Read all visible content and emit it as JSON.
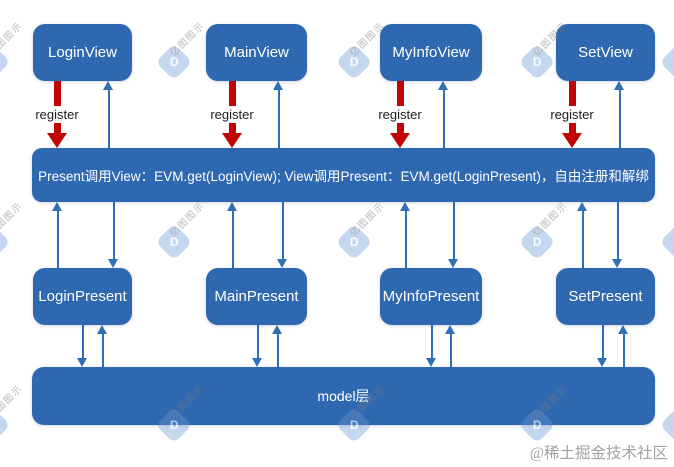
{
  "diagram": {
    "views": [
      {
        "label": "LoginView"
      },
      {
        "label": "MainView"
      },
      {
        "label": "MyInfoView"
      },
      {
        "label": "SetView"
      }
    ],
    "register_label": "register",
    "evm_bar": {
      "text": "Present调用View：EVM.get(LoginView); View调用Present：EVM.get(LoginPresent)，自由注册和解绑"
    },
    "presents": [
      {
        "label": "LoginPresent"
      },
      {
        "label": "MainPresent"
      },
      {
        "label": "MyInfoPresent"
      },
      {
        "label": "SetPresent"
      }
    ],
    "model_bar": {
      "text": "model层"
    }
  },
  "watermark": {
    "text": "亿图图示",
    "logo_letter": "D"
  },
  "credit": {
    "text": "@稀土掘金技术社区"
  },
  "colors": {
    "box_blue": "#2e68b0",
    "arrow_blue": "#2f70b7",
    "register_red": "#c00504",
    "register_text": "#1d1d1d",
    "credit_gray": "#a3a3a3"
  }
}
